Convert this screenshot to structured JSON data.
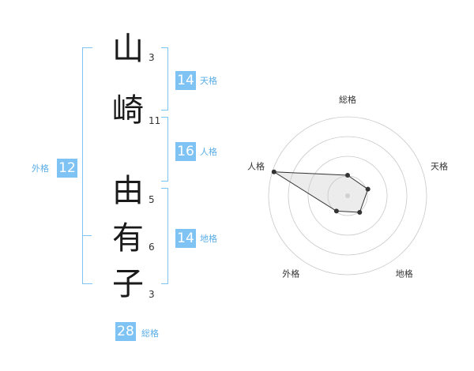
{
  "name": {
    "chars": [
      "山",
      "崎",
      "由",
      "有",
      "子"
    ],
    "strokes": [
      "3",
      "11",
      "5",
      "6",
      "3"
    ]
  },
  "fortune": {
    "tenkaku": {
      "value": "14",
      "label": "天格"
    },
    "jinkaku": {
      "value": "16",
      "label": "人格"
    },
    "chikaku": {
      "value": "14",
      "label": "地格"
    },
    "gaikaku": {
      "value": "12",
      "label": "外格"
    },
    "soukaku": {
      "value": "28",
      "label": "総格"
    }
  },
  "radar": {
    "axes": [
      "総格",
      "天格",
      "地格",
      "外格",
      "人格"
    ],
    "values": [
      1.3,
      1.35,
      1.3,
      1.2,
      4.9
    ],
    "max": 5,
    "rings": 4
  }
}
